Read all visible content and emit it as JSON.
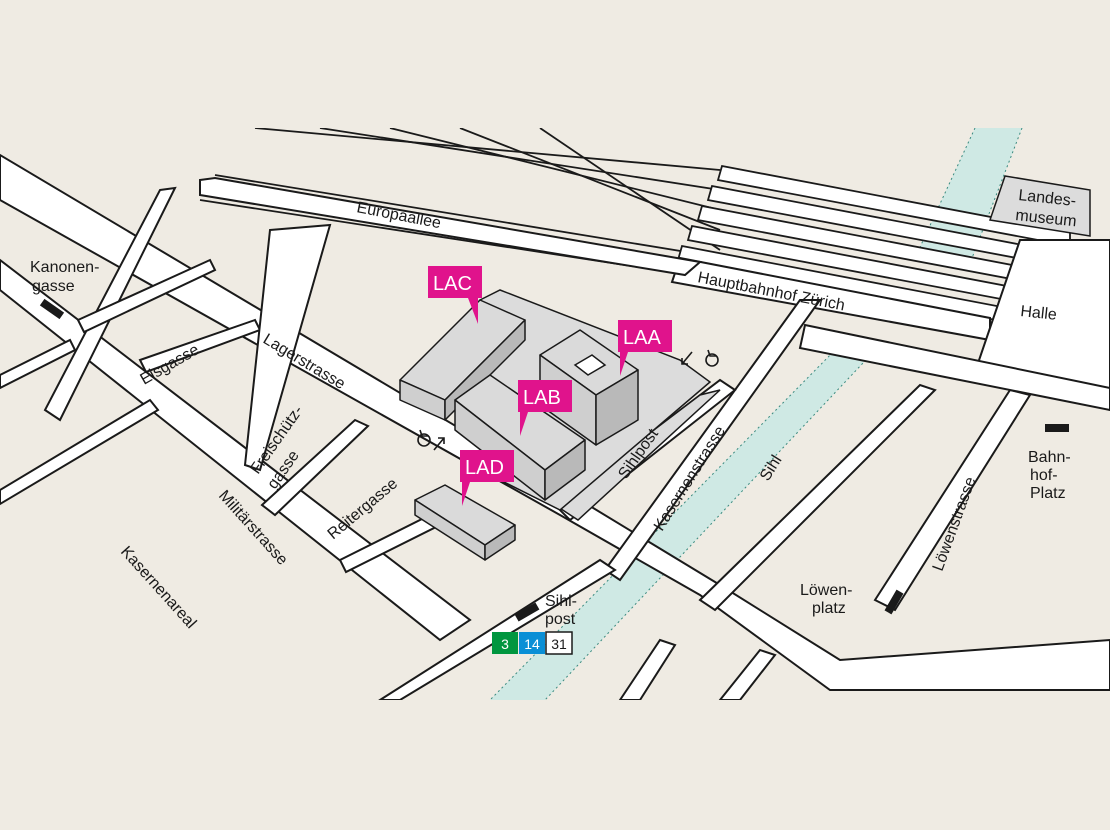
{
  "colors": {
    "background": "#efebe3",
    "road": "#ffffff",
    "water": "#cfe9e4",
    "building": "#cfcfcf",
    "pin": "#e0138c",
    "tram_green": "#00963f",
    "tram_blue": "#0a8fd6"
  },
  "icons": {
    "accessibility": "wheelchair-icon",
    "entrance": "arrow-icon",
    "tram_stop": "tram-stop-marker"
  },
  "streets": {
    "europaallee": "Europaallee",
    "lagerstrasse": "Lagerstrasse",
    "kanonengasse_1": "Kanonen-",
    "kanonengasse_2": "gasse",
    "eisgasse": "Eisgasse",
    "freischuetz_1": "Freischütz-",
    "freischuetz_2": "gasse",
    "reitergasse": "Reitergasse",
    "militaerstrasse": "Militärstrasse",
    "kasernenareal": "Kasernenareal",
    "kasernenstrasse": "Kasernenstrasse",
    "sihlpost_street": "Sihlpost",
    "hauptbahnhof": "Hauptbahnhof Zürich",
    "sihl": "Sihl",
    "loewenstrasse": "Löwenstrasse",
    "loewenplatz_1": "Löwen-",
    "loewenplatz_2": "platz",
    "halle": "Halle",
    "landesmuseum_1": "Landes-",
    "landesmuseum_2": "museum",
    "bahnhofplatz_1": "Bahn-",
    "bahnhofplatz_2": "hof-",
    "bahnhofplatz_3": "Platz"
  },
  "pins": {
    "lac": "LAC",
    "laa": "LAA",
    "lab": "LAB",
    "lad": "LAD"
  },
  "tram_stop": {
    "name_1": "Sihl-",
    "name_2": "post",
    "lines": [
      "3",
      "14",
      "31"
    ]
  }
}
